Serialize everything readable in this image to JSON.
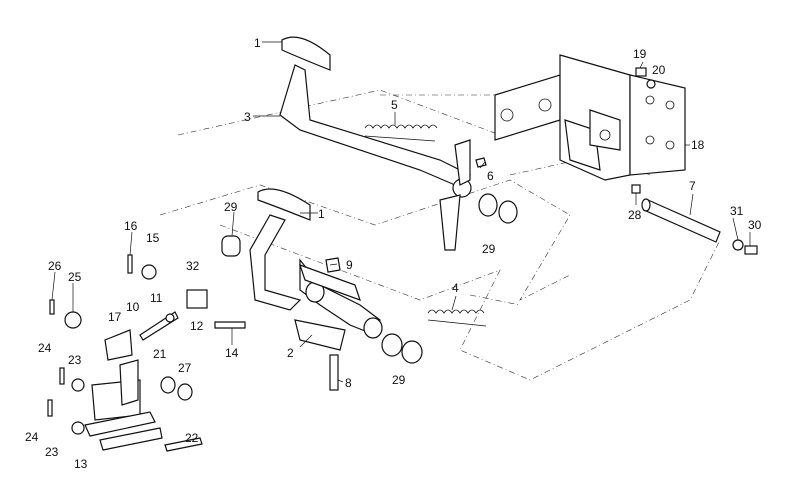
{
  "callouts": {
    "c1a": "1",
    "c3": "3",
    "c5": "5",
    "c6": "6",
    "c19": "19",
    "c20": "20",
    "c18": "18",
    "c7": "7",
    "c1b": "1",
    "c29a": "29",
    "c29b": "29",
    "c28": "28",
    "c31": "31",
    "c30": "30",
    "c9": "9",
    "c16": "16",
    "c15": "15",
    "c32": "32",
    "c26": "26",
    "c25": "25",
    "c4": "4",
    "c11": "11",
    "c10": "10",
    "c17": "17",
    "c12": "12",
    "c14": "14",
    "c2": "2",
    "c24a": "24",
    "c23a": "23",
    "c21": "21",
    "c27": "27",
    "c29c": "29",
    "c8": "8",
    "c24b": "24",
    "c22": "22",
    "c23b": "23",
    "c13": "13"
  }
}
